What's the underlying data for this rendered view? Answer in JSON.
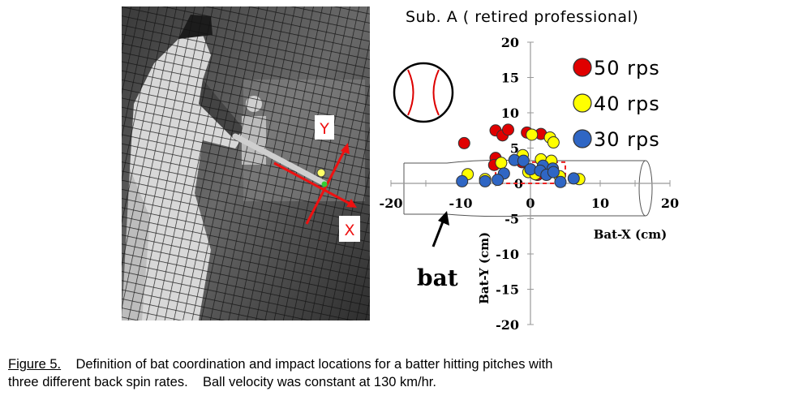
{
  "photo": {
    "axis_y_label": "Y",
    "axis_x_label": "X"
  },
  "colors": {
    "red": "#e00000",
    "yellow": "#ffff00",
    "blue": "#2f66c4",
    "arrow_red": "#ee1111",
    "roi_dash": "#ee2222"
  },
  "chart_data": {
    "type": "scatter",
    "title": "Sub. A ( retired professional)",
    "xlabel": "Bat-X (cm)",
    "ylabel": "Bat-Y (cm)",
    "xlim": [
      -20,
      20
    ],
    "ylim": [
      -20,
      20
    ],
    "x_tick_labels": [
      "-20",
      "-10",
      "0",
      "10",
      "20"
    ],
    "y_tick_labels": [
      "20",
      "15",
      "10",
      "5",
      "0",
      "-5",
      "-10",
      "-15",
      "-20"
    ],
    "legend_position": "top-right",
    "annotation": "bat",
    "series": [
      {
        "name": "50 rps",
        "color": "#e00000",
        "points": [
          [
            -9.5,
            5.7
          ],
          [
            -5,
            7.5
          ],
          [
            -4,
            6.8
          ],
          [
            -3.2,
            7.6
          ],
          [
            -0.5,
            7.2
          ],
          [
            1.5,
            7.0
          ],
          [
            -5,
            3.6
          ],
          [
            -1.2,
            3.0
          ],
          [
            1.0,
            1.2
          ],
          [
            2.5,
            2.0
          ],
          [
            -5.2,
            2.6
          ]
        ]
      },
      {
        "name": "40 rps",
        "color": "#ffff00",
        "points": [
          [
            -9,
            1.3
          ],
          [
            -4.2,
            2.9
          ],
          [
            0.2,
            6.9
          ],
          [
            2.8,
            6.5
          ],
          [
            3.3,
            5.8
          ],
          [
            -1.1,
            4.0
          ],
          [
            1.5,
            3.4
          ],
          [
            3.0,
            3.2
          ],
          [
            -0.3,
            1.6
          ],
          [
            0.7,
            1.3
          ],
          [
            2.3,
            1.7
          ],
          [
            7.0,
            0.6
          ],
          [
            4.2,
            1.0
          ],
          [
            -6.5,
            0.6
          ]
        ]
      },
      {
        "name": "30 rps",
        "color": "#2f66c4",
        "points": [
          [
            -2.3,
            3.3
          ],
          [
            -1.0,
            3.2
          ],
          [
            1.8,
            2.5
          ],
          [
            3.2,
            2.1
          ],
          [
            0.0,
            2.0
          ],
          [
            1.4,
            1.8
          ],
          [
            2.3,
            1.2
          ],
          [
            3.3,
            1.6
          ],
          [
            -3.8,
            1.4
          ],
          [
            -4.7,
            0.5
          ],
          [
            -9.8,
            0.3
          ],
          [
            -6.5,
            0.3
          ],
          [
            4.3,
            0.2
          ],
          [
            6.2,
            0.7
          ]
        ]
      }
    ]
  },
  "caption": {
    "fig_label": "Figure 5.",
    "line1_rest": "    Definition of bat coordination and impact locations for a batter hitting pitches with",
    "line2": "three different back spin rates.    Ball velocity was constant at 130 km/hr."
  }
}
